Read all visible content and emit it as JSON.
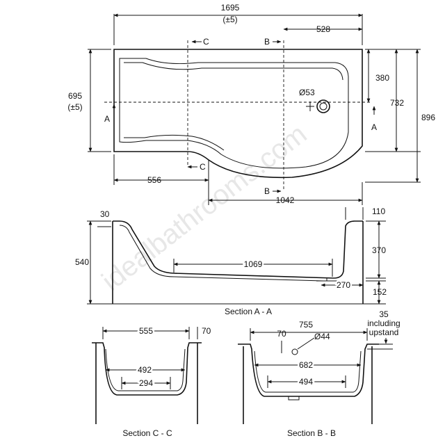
{
  "watermark": "idealbathrooms.com",
  "plan": {
    "overall_length": "1695",
    "overall_length_tol": "(±5)",
    "width_main": "695",
    "width_main_tol": "(±5)",
    "width_max": "732",
    "depth_total": "896",
    "offset_right": "528",
    "offset_outlet_vertical": "380",
    "outlet_diameter": "Ø53",
    "length_straight": "556",
    "length_curve": "1042",
    "marker_a": "A",
    "marker_b": "B",
    "marker_c": "C"
  },
  "section_aa": {
    "caption": "Section A - A",
    "rim_left": "30",
    "rim_right": "110",
    "height": "540",
    "depth": "370",
    "base_length": "1069",
    "outlet_offset": "270",
    "outlet_height": "152"
  },
  "section_cc": {
    "caption": "Section C - C",
    "top_width": "555",
    "rim": "70",
    "inner_width": "492",
    "base_width": "294"
  },
  "section_bb": {
    "caption": "Section B - B",
    "top_width": "755",
    "rim_note_value": "35",
    "rim_note_line1": "including",
    "rim_note_line2": "upstand",
    "outlet_offset": "70",
    "outlet_diameter": "Ø44",
    "inner_width": "682",
    "base_width": "494"
  }
}
